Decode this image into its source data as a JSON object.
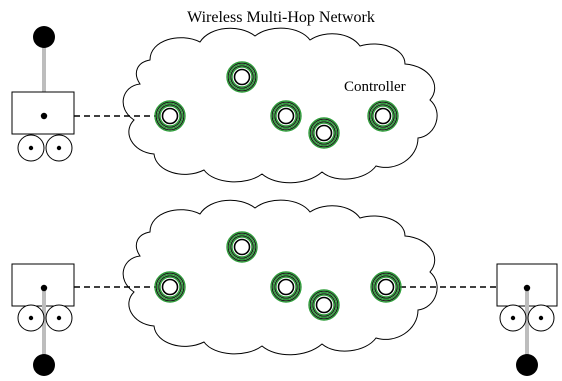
{
  "title": "Wireless Multi-Hop Network",
  "controller_label": "Controller",
  "colors": {
    "node_ring": "#2e9e3a",
    "pole": "#bdbdbd",
    "outline": "#000000"
  },
  "scenarios": [
    {
      "id": "top",
      "pendulums": [
        {
          "side": "left",
          "orientation": "up"
        }
      ],
      "node_count": 5
    },
    {
      "id": "bottom",
      "pendulums": [
        {
          "side": "left",
          "orientation": "down"
        },
        {
          "side": "right",
          "orientation": "down"
        }
      ],
      "node_count": 5
    }
  ]
}
